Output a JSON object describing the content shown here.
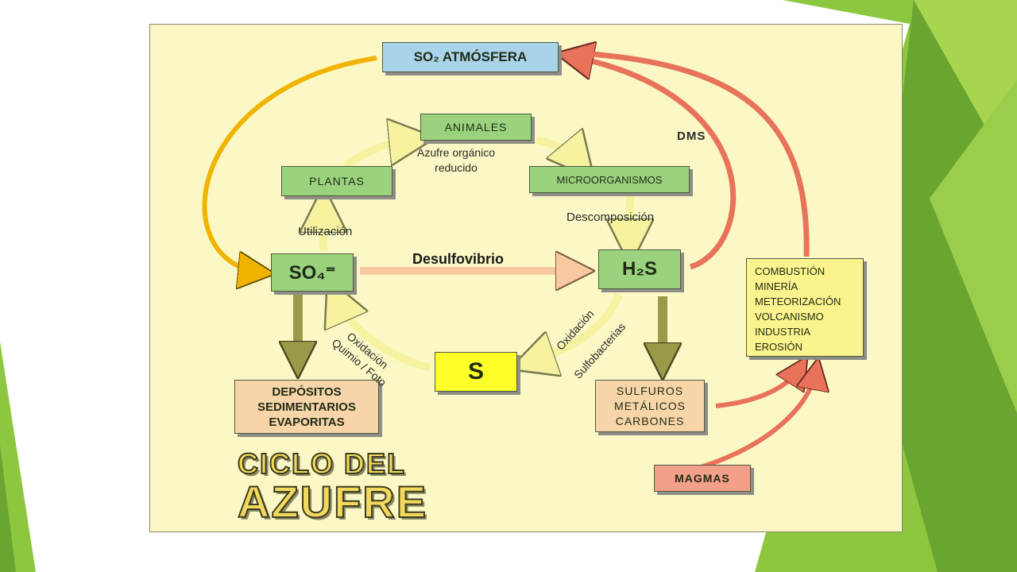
{
  "boxes": {
    "so2_atmosfera": "SO₂ ATMÓSFERA",
    "animales": "ANIMALES",
    "plantas": "PLANTAS",
    "microorganismos": "MICROORGANISMOS",
    "sulfato": "SO₄⁼",
    "h2s": "H₂S",
    "azufre_s": "S",
    "depositos": "DEPÓSITOS\nSEDIMENTARIOS\nEVAPORITAS",
    "sulfuros": "SULFUROS\nMETÁLICOS\nCARBONES",
    "fuentes": "COMBUSTIÓN\nMINERÍA\nMETEORIZACIÓN\nVOLCANISMO\nINDUSTRIA\nEROSIÓN",
    "magmas": "MAGMAS"
  },
  "labels": {
    "azufre_organico": "Azufre orgánico\nreducido",
    "utilizacion": "Utilización",
    "descomposicion": "Descomposición",
    "desulfovibrio": "Desulfovibrio",
    "dms": "DMS",
    "oxidacion_left": "Oxidación",
    "quimio_foto": "Quimio / Foto",
    "oxidacion_right": "Oxidación",
    "sulfobacterias": "Sulfobacterias"
  },
  "title": {
    "line1": "CICLO DEL",
    "line2": "AZUFRE"
  },
  "colors": {
    "background": "#fbf8c6",
    "slide_green": "#8dc63f",
    "arrow_orange": "#f0b400",
    "arrow_salmon": "#e8735a",
    "arrow_olive": "#9a9a4a",
    "arrow_light": "#f6f2a0"
  }
}
